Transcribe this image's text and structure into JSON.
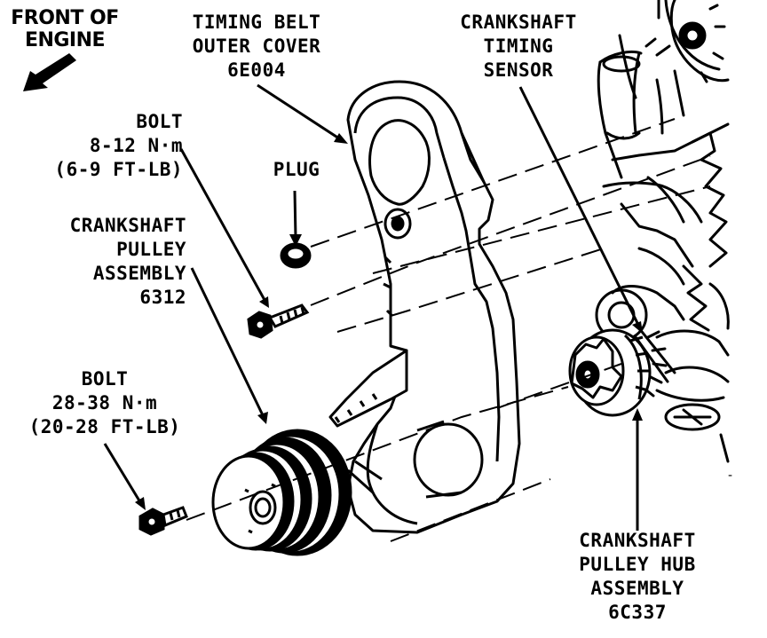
{
  "front_of_engine": {
    "line1": "FRONT OF",
    "line2": "ENGINE"
  },
  "callouts": {
    "timing_belt_outer_cover": {
      "line1": "TIMING BELT",
      "line2": "OUTER COVER",
      "line3": "6E004"
    },
    "crankshaft_timing_sensor": {
      "line1": "CRANKSHAFT",
      "line2": "TIMING",
      "line3": "SENSOR"
    },
    "bolt_upper": {
      "line1": "BOLT",
      "line2": "8-12 N·m",
      "line3": "(6-9 FT-LB)"
    },
    "plug": {
      "line1": "PLUG"
    },
    "crankshaft_pulley_assembly": {
      "line1": "CRANKSHAFT",
      "line2": "PULLEY",
      "line3": "ASSEMBLY",
      "line4": "6312"
    },
    "bolt_lower": {
      "line1": "BOLT",
      "line2": "28-38 N·m",
      "line3": "(20-28 FT-LB)"
    },
    "crankshaft_pulley_hub_assembly": {
      "line1": "CRANKSHAFT",
      "line2": "PULLEY HUB",
      "line3": "ASSEMBLY",
      "line4": "6C337"
    }
  },
  "colors": {
    "ink": "#000000",
    "paper": "#ffffff"
  },
  "icons": {
    "arrow": "front-arrow-icon"
  }
}
